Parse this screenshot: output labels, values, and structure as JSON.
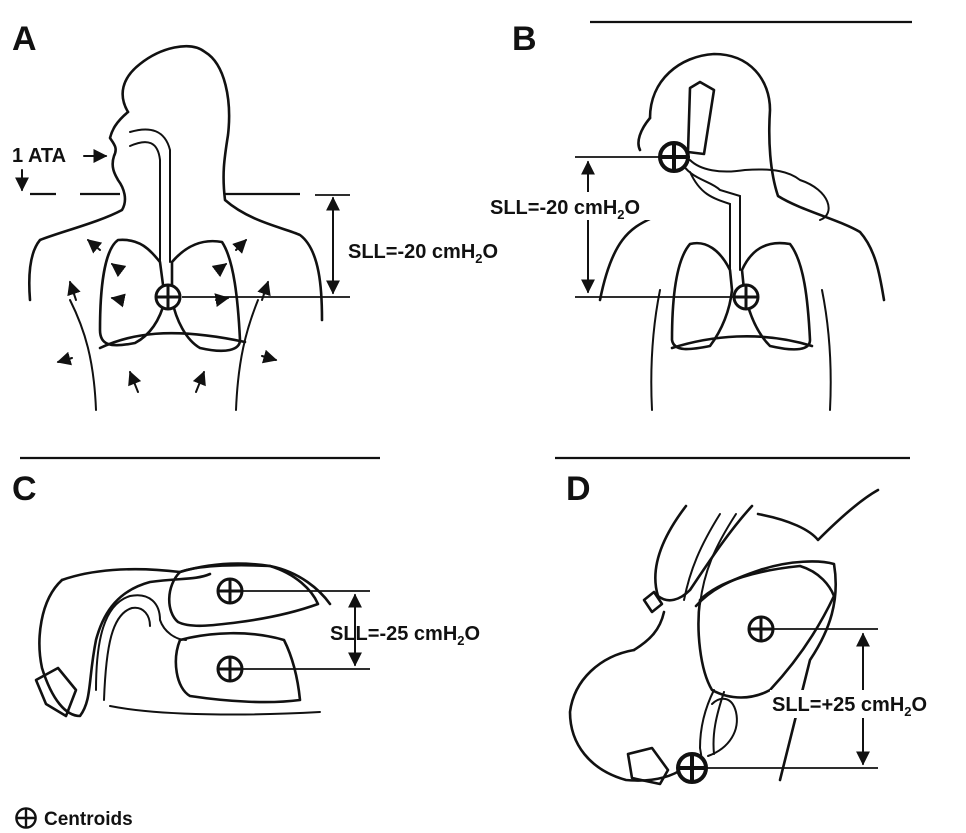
{
  "panels": [
    {
      "letter": "A",
      "sll_prefix": "SLL=-20 cmH",
      "sll_sub": "2",
      "sll_suffix": "O",
      "pressure_label": "1 ATA"
    },
    {
      "letter": "B",
      "sll_prefix": "SLL=-20 cmH",
      "sll_sub": "2",
      "sll_suffix": "O"
    },
    {
      "letter": "C",
      "sll_prefix": "SLL=-25 cmH",
      "sll_sub": "2",
      "sll_suffix": "O"
    },
    {
      "letter": "D",
      "sll_prefix": "SLL=+25 cmH",
      "sll_sub": "2",
      "sll_suffix": "O"
    }
  ],
  "legend": {
    "label": "Centroids",
    "icon": "centroid-crosshair-icon"
  }
}
